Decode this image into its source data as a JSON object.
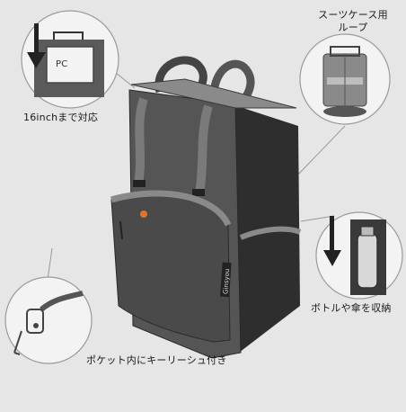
{
  "callouts": {
    "pc": {
      "tag": "PC",
      "caption": "16inchまで対応"
    },
    "loop": {
      "line1": "スーツケース用",
      "line2": "ループ"
    },
    "bottle": {
      "caption": "ボトルや傘を収納"
    },
    "key": {
      "caption": "ポケット内にキーリーシュ付き"
    }
  },
  "brand_tag": "Ginsyou",
  "colors": {
    "background": "#e6e6e6",
    "bag_body": "#555555",
    "bag_side": "#2e2e2e",
    "bag_trim": "#8a8a8a",
    "accent": "#e0742a"
  },
  "icons": [
    "down-arrow-icon",
    "laptop-icon",
    "suitcase-icon",
    "bottle-icon",
    "key-icon"
  ]
}
